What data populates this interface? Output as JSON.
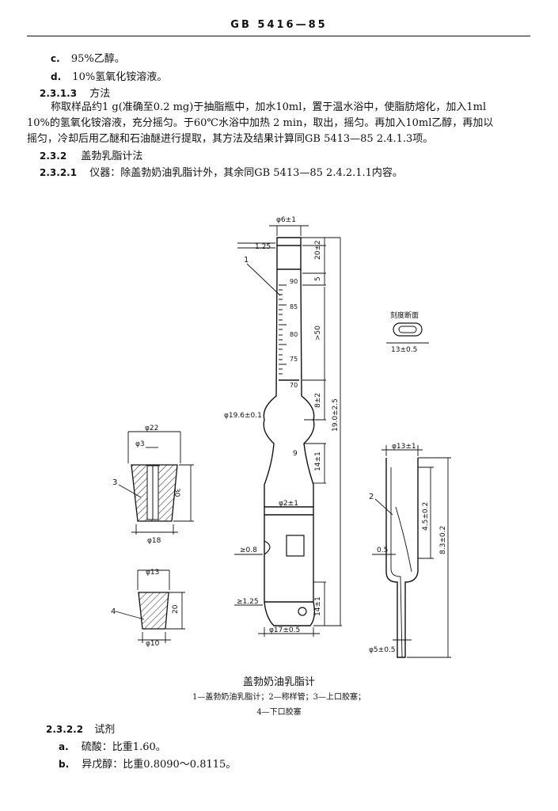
{
  "header": {
    "title": "GB 5416—85"
  },
  "items_top": [
    {
      "label": "c.",
      "text": "95%乙醇。"
    },
    {
      "label": "d.",
      "text": "10%氢氧化铵溶液。"
    }
  ],
  "section_2313": {
    "num": "2.3.1.3",
    "title": "方法"
  },
  "paragraph": {
    "line1": "称取样品约1 g(准确至0.2 mg)于抽脂瓶中，加水10ml，置于温水浴中，使脂肪熔化，加入1ml",
    "line2": "10%的氢氧化铵溶液，充分摇匀。于60℃水浴中加热 2 min，取出，摇匀。再加入10ml乙醇，再加以",
    "line3": "摇匀，冷却后用乙醚和石油醚进行提取，其方法及结果计算同GB 5413—85 2.4.1.3项。"
  },
  "section_232": {
    "num": "2.3.2",
    "title": "盖勃乳脂计法"
  },
  "section_2321": {
    "num": "2.3.2.1",
    "text": "仪器：除盖勃奶油乳脂计外，其余同GB 5413—85 2.4.2.1.1内容。"
  },
  "figure": {
    "caption": "盖勃奶油乳脂计",
    "legend_line1": "1—盖勃奶油乳脂计；2—称样管；3—上口胶塞；",
    "legend_line2": "4—下口胶塞",
    "dims": {
      "d6": "φ6±1",
      "r125_top": "1.25",
      "h20": "20±2",
      "mark5": "5",
      "h50": ">50",
      "h8": "8±2",
      "d196": "φ19.6±0.1",
      "total": "19.0±2.5",
      "d9": "9",
      "h14a": "14±1",
      "d2": "φ2±1",
      "r08": "≥0.8",
      "r125_bot": "≥1.25",
      "h14b": "14±1",
      "d17": "φ17±0.5",
      "section_label": "刻度断面",
      "section_w": "13±0.5",
      "d22": "φ22",
      "d3": "φ3",
      "h30": "30",
      "d18": "φ18",
      "d13": "φ13",
      "h20b": "20",
      "d10": "φ10",
      "d13tube": "φ13±1",
      "h45": "4.5±0.2",
      "h83": "8.3±0.2",
      "t05": "0.5",
      "d5": "φ5±0.5"
    },
    "scale_labels": [
      "90",
      "85",
      "80",
      "75",
      "70"
    ],
    "callouts": [
      "1",
      "2",
      "3",
      "4"
    ]
  },
  "section_2322": {
    "num": "2.3.2.2",
    "title": "试剂"
  },
  "items_bottom": [
    {
      "label": "a.",
      "text": "硫酸：比重1.60。"
    },
    {
      "label": "b.",
      "text": "异戊醇：比重0.8090～0.8115。"
    }
  ]
}
